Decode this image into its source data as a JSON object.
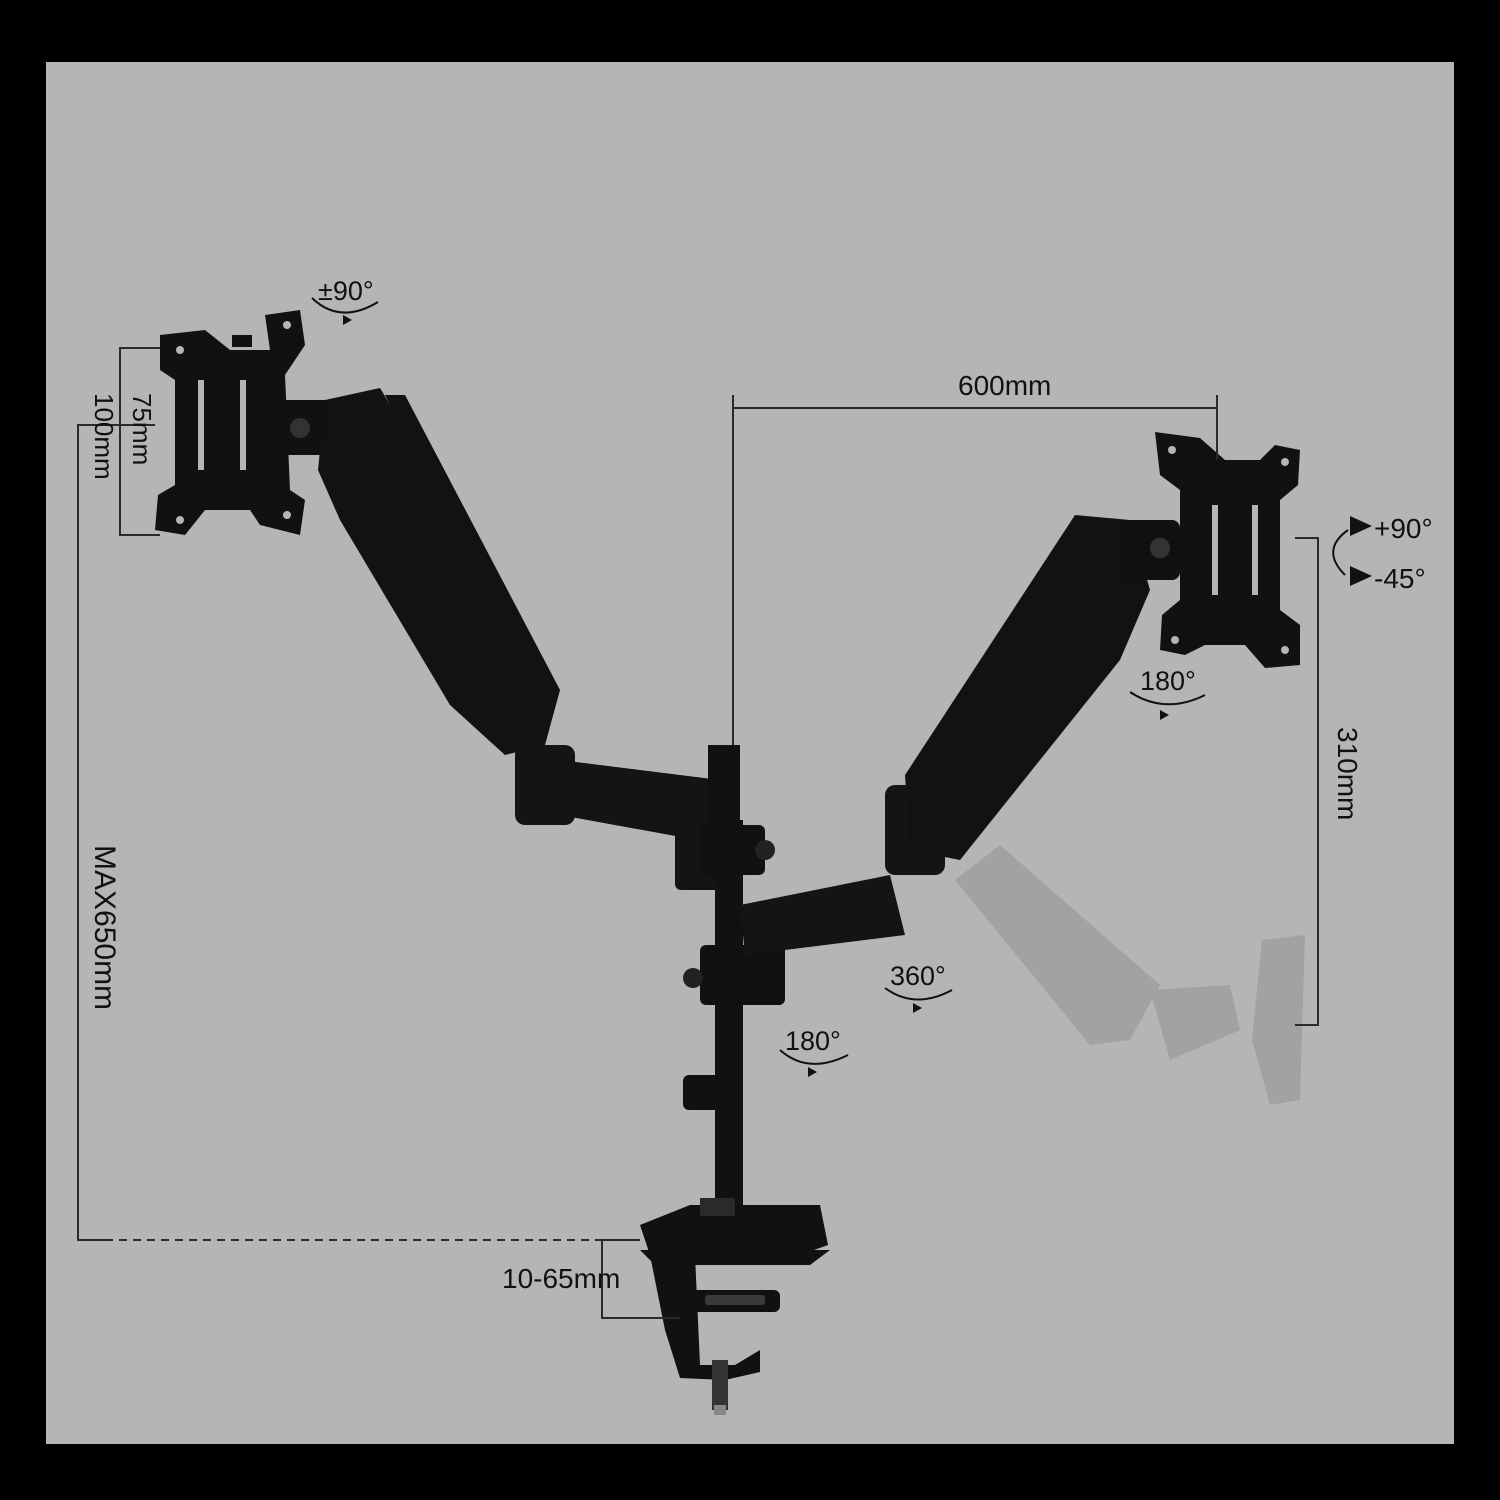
{
  "colors": {
    "frame": "#000000",
    "background": "#b5b5b5",
    "mount": "#111111",
    "dimension_line": "#2a2a2a",
    "ghost_arm": "#9a9a9a"
  },
  "labels": {
    "left_head_rotation": "±90°",
    "vesa_small": "75mm",
    "vesa_large": "100mm",
    "arm_span": "600mm",
    "right_tilt_up": "+90°",
    "right_tilt_down": "-45°",
    "right_head_swivel": "180°",
    "height_range": "310mm",
    "max_height": "MAX650mm",
    "elbow_swivel": "360°",
    "base_swivel": "180°",
    "clamp_range": "10-65mm"
  },
  "icons": [
    "rotation-arrow-icon",
    "tilt-arrow-icon"
  ]
}
